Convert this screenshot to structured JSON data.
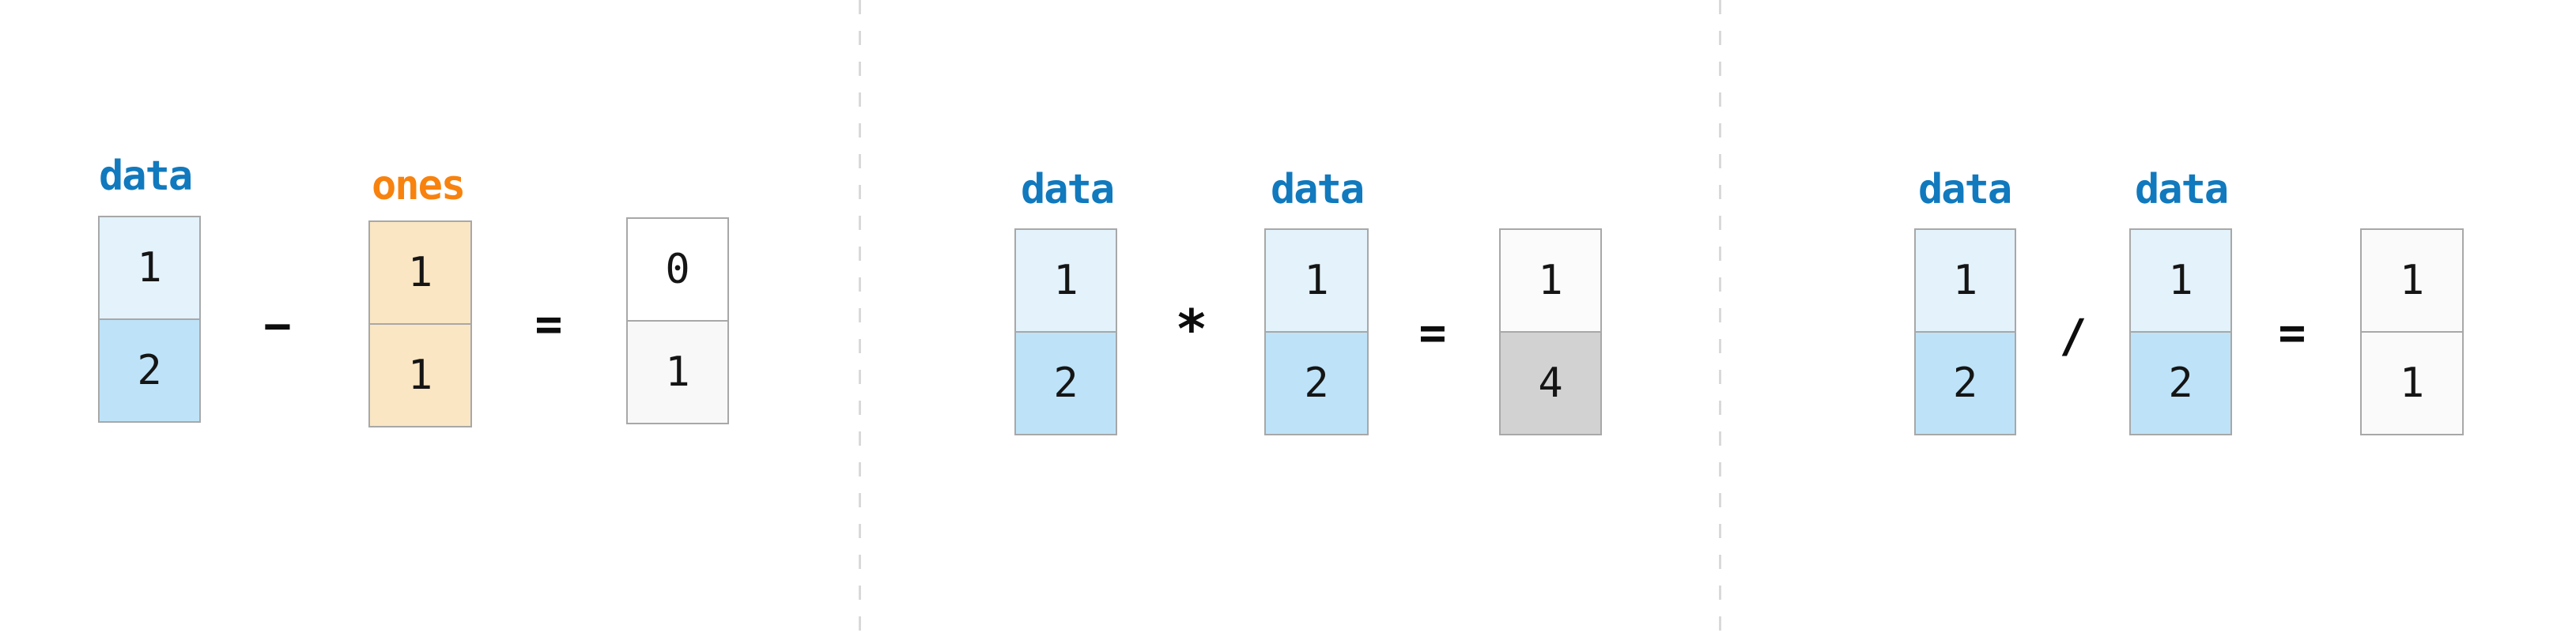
{
  "panels": [
    {
      "operands": [
        {
          "label": "data",
          "label_color": "#1179bd",
          "cells": [
            {
              "value": "1",
              "bg": "#e3f2fb"
            },
            {
              "value": "2",
              "bg": "#bee3f8"
            }
          ]
        },
        {
          "label": "ones",
          "label_color": "#f8820e",
          "cells": [
            {
              "value": "1",
              "bg": "#fae6c3"
            },
            {
              "value": "1",
              "bg": "#fae6c3"
            }
          ]
        }
      ],
      "operator": "−",
      "equals": "=",
      "result": {
        "cells": [
          {
            "value": "0",
            "bg": "#ffffff"
          },
          {
            "value": "1",
            "bg": "#f8f8f8"
          }
        ]
      }
    },
    {
      "operands": [
        {
          "label": "data",
          "label_color": "#1179bd",
          "cells": [
            {
              "value": "1",
              "bg": "#e3f2fb"
            },
            {
              "value": "2",
              "bg": "#bee3f8"
            }
          ]
        },
        {
          "label": "data",
          "label_color": "#1179bd",
          "cells": [
            {
              "value": "1",
              "bg": "#e3f2fb"
            },
            {
              "value": "2",
              "bg": "#bee3f8"
            }
          ]
        }
      ],
      "operator": "*",
      "equals": "=",
      "result": {
        "cells": [
          {
            "value": "1",
            "bg": "#fbfbfb"
          },
          {
            "value": "4",
            "bg": "#d2d2d2"
          }
        ]
      }
    },
    {
      "operands": [
        {
          "label": "data",
          "label_color": "#1179bd",
          "cells": [
            {
              "value": "1",
              "bg": "#e3f2fb"
            },
            {
              "value": "2",
              "bg": "#bee3f8"
            }
          ]
        },
        {
          "label": "data",
          "label_color": "#1179bd",
          "cells": [
            {
              "value": "1",
              "bg": "#e3f2fb"
            },
            {
              "value": "2",
              "bg": "#bee3f8"
            }
          ]
        }
      ],
      "operator": "/",
      "equals": "=",
      "result": {
        "cells": [
          {
            "value": "1",
            "bg": "#fafafa"
          },
          {
            "value": "1",
            "bg": "#fafafa"
          }
        ]
      }
    }
  ],
  "colors": {
    "label_blue": "#1179bd",
    "label_orange": "#f8820e",
    "separator": "#d9d9d9",
    "cell_border": "#a8a8a8",
    "background": "#ffffff"
  }
}
